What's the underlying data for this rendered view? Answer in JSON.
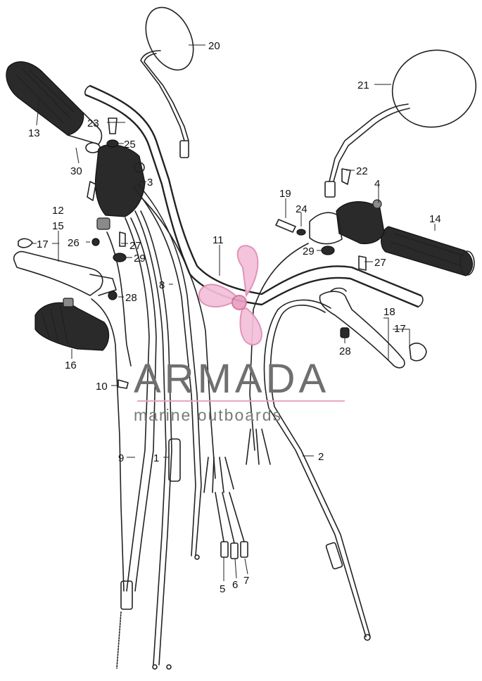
{
  "callouts": {
    "c1": "1",
    "c2": "2",
    "c3": "3",
    "c4": "4",
    "c5": "5",
    "c6": "6",
    "c7": "7",
    "c8": "8",
    "c9": "9",
    "c10": "10",
    "c11": "11",
    "c12": "12",
    "c13": "13",
    "c14": "14",
    "c15": "15",
    "c16": "16",
    "c17_left": "17",
    "c17_right": "17",
    "c18": "18",
    "c19": "19",
    "c20": "20",
    "c21": "21",
    "c22": "22",
    "c23": "23",
    "c24": "24",
    "c25": "25",
    "c26": "26",
    "c27_left": "27",
    "c27_right": "27",
    "c28_left": "28",
    "c28_right": "28",
    "c29_left": "29",
    "c29_right": "29",
    "c30": "30"
  },
  "watermark": {
    "brand": "ARMADA",
    "tagline": "marine outboards",
    "color_brand": "#6f6f6f",
    "color_accent": "#e8a0c0"
  }
}
